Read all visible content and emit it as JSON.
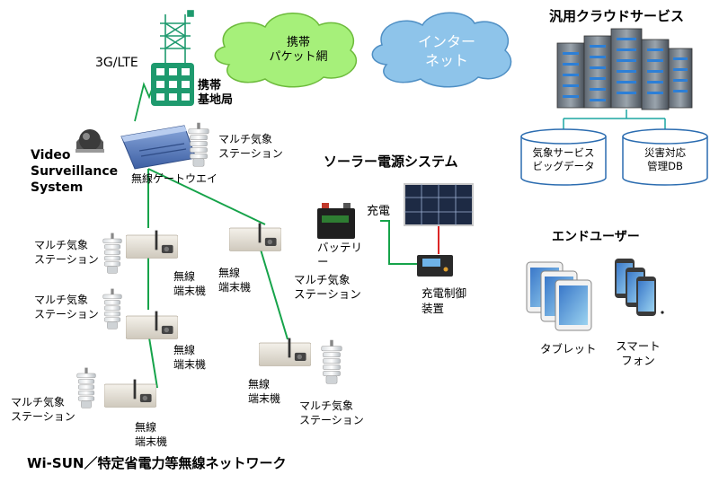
{
  "colors": {
    "cloud": "#a6f07a",
    "cloud_edge": "#6dbb3c",
    "cloud_internet": "#8ec4ea",
    "cloud_internet_edge": "#4f8fc4",
    "network_line": "#16a34a",
    "power_line_green": "#16a34a",
    "power_line_red": "#dc2626",
    "cloud_link_line": "#1ba5a2",
    "tower": "#1e9a6e",
    "db_stroke": "#2b6cb0"
  },
  "labels": {
    "cellular": "3G/LTE",
    "base_station": "携帯\n基地局",
    "mobile_packet_net": "携帯\nパケット網",
    "internet": "インター\nネット",
    "cloud_service": "汎用クラウドサービス",
    "bigdata": "気象サービス\nビッグデータ",
    "disaster_db": "災害対応\n管理DB",
    "video_surveillance": "Video\nSurveillance\nSystem",
    "gateway": "無線ゲートウエイ",
    "weather_station_gateway": "マルチ気象\nステーション",
    "solar_system": "ソーラー電源システム",
    "charge": "充電",
    "battery": "バッテリ\nー",
    "charge_controller": "充電制御\n装置",
    "solar_weather_station": "マルチ気象\nステーション",
    "end_users": "エンドユーザー",
    "tablet": "タブレット",
    "smartphone": "スマート\nフォン",
    "network_name": "Wi-SUN／特定省電力等無線ネットワーク"
  },
  "nodes": [
    {
      "station_label": "マルチ気象\nステーション",
      "terminal_label": "無線\n端末機"
    },
    {
      "station_label": "マルチ気象\nステーション",
      "terminal_label": "無線\n端末機"
    },
    {
      "station_label": "マルチ気象\nステーション",
      "terminal_label": "無線\n端末機"
    },
    {
      "terminal_label": "無線\n端末機"
    },
    {
      "station_label": "マルチ気象\nステーション",
      "terminal_label": "無線\n端末機"
    }
  ],
  "icons": {
    "tower": "cell-tower-icon",
    "server": "server-rack-icon",
    "database": "database-icon",
    "camera": "dome-camera-icon",
    "gateway": "gateway-router-icon",
    "weather_station": "weather-station-icon",
    "terminal": "wireless-terminal-icon",
    "solar_panel": "solar-panel-icon",
    "battery": "battery-icon",
    "controller": "charge-controller-icon",
    "tablet": "tablet-icon",
    "phone": "smartphone-icon"
  }
}
